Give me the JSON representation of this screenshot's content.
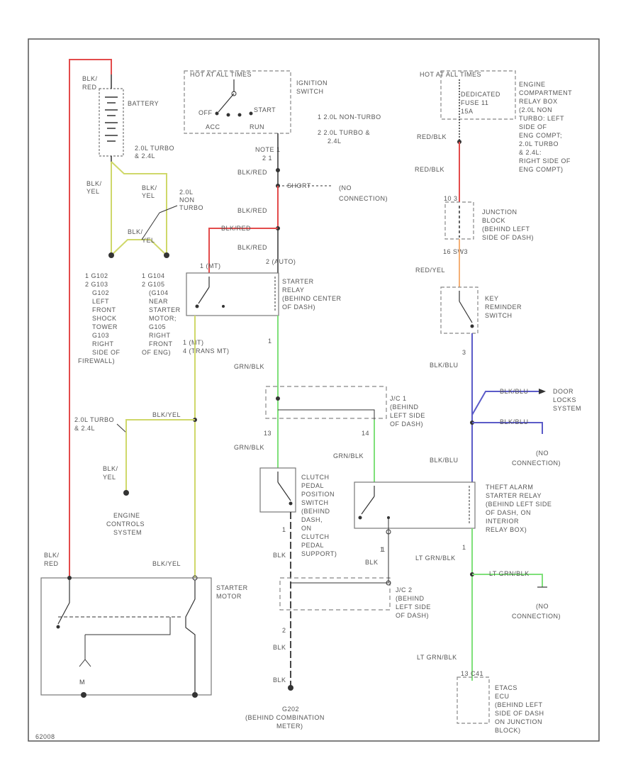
{
  "colors": {
    "red": "#e34b4b",
    "yellow": "#cfd86a",
    "green": "#7fe07a",
    "blue": "#5b5bc8",
    "orange": "#f4b077",
    "black": "#333333",
    "dash": "#888888",
    "frame": "#555555"
  },
  "ignition": {
    "hot": "HOT AT ALL TIMES",
    "name": [
      "IGNITION",
      "SWITCH"
    ],
    "off": "OFF",
    "start": "START",
    "acc": "ACC",
    "run": "RUN",
    "note1": "1  2.0L NON-TURBO",
    "note2a": "2  2.0L TURBO &",
    "note2b": "2.4L",
    "pins": "NOTE 1",
    "pin2": "2  1"
  },
  "battery": {
    "wire": "BLK/",
    "wire2": "RED",
    "name": "BATTERY",
    "turbo_a": "2.0L TURBO",
    "turbo_b": "& 2.4L",
    "left_wire_a": "BLK/",
    "left_wire_b": "YEL",
    "mid_wire_a": "BLK/",
    "mid_wire_b": "YEL",
    "nonturbo_a": "2.0L",
    "nonturbo_b": "NON",
    "nonturbo_c": "TURBO",
    "bottom_wire": "BLK/",
    "bottom_wire_b": "YEL"
  },
  "grounds_text": {
    "c1": [
      "1  G102",
      "2  G103",
      "G102",
      "LEFT",
      "FRONT",
      "SHOCK",
      "TOWER",
      "G103",
      "RIGHT",
      "SIDE OF",
      "FIREWALL)"
    ],
    "c2": [
      "1  G104",
      "2  G105",
      "(G104",
      "NEAR",
      "STARTER",
      "MOTOR;",
      "G105",
      "RIGHT",
      "FRONT",
      "OF ENG)"
    ]
  },
  "center": {
    "blk_red_1": "BLK/RED",
    "no_conn_marker": "SHORT",
    "no_conn": [
      "(NO",
      "CONNECTION)"
    ],
    "blk_red_2": "BLK/RED",
    "blk_red_3": "BLK/RED",
    "blk_red_4": "BLK/RED",
    "relay_pins_a": "1 (MT)",
    "relay_pins_b": "2 (AUTO)",
    "relay_name": [
      "STARTER",
      "RELAY",
      "(BEHIND CENTER",
      "OF DASH)"
    ],
    "relay_pin_c": "1 (MT)",
    "relay_pin_d": "4 (TRANS MT)",
    "pin_1": "1",
    "grn_blk_1": "GRN/BLK",
    "jc1_name": [
      "J/C 1",
      "(BEHIND",
      "LEFT SIDE",
      "OF DASH)"
    ],
    "jc1_pin_l": "13",
    "jc1_pin_r": "14",
    "grn_blk_2": "GRN/BLK",
    "grn_blk_3": "GRN/BLK",
    "clutch_name": [
      "CLUTCH",
      "PEDAL",
      "POSITION",
      "SWITCH",
      "(BEHIND",
      "DASH,",
      "ON",
      "CLUTCH",
      "PEDAL",
      "SUPPORT)"
    ],
    "pin_clutch": "1",
    "blk_1": "BLK",
    "blk_2": "BLK",
    "pin_jc2": "1",
    "jc2_name": [
      "J/C 2",
      "(BEHIND",
      "LEFT SIDE",
      "OF DASH)"
    ],
    "pin_2": "2",
    "blk_3": "BLK",
    "blk_4": "BLK",
    "ground_name": [
      "G202",
      "(BEHIND COMBINATION",
      "METER)"
    ]
  },
  "left_lower": {
    "turbo_a": "2.0L TURBO",
    "turbo_b": "& 2.4L",
    "blk_yel": "BLK/YEL",
    "wire_a": "BLK/",
    "wire_b": "YEL",
    "ecs": [
      "ENGINE",
      "CONTROLS",
      "SYSTEM"
    ],
    "blk_red_a": "BLK/",
    "blk_red_b": "RED",
    "blk_yel_2": "BLK/YEL",
    "starter_name": [
      "STARTER",
      "MOTOR"
    ],
    "m": "M"
  },
  "right": {
    "hot": "HOT AT ALL TIMES",
    "fuse": [
      "DEDICATED",
      "FUSE 11",
      "15A"
    ],
    "relay_box": [
      "ENGINE",
      "COMPARTMENT",
      "RELAY BOX",
      "(2.0L NON",
      "TURBO: LEFT",
      "SIDE OF",
      "ENG COMPT;",
      "2.0L TURBO",
      "& 2.4L:",
      "RIGHT SIDE OF",
      "ENG COMPT)"
    ],
    "red_blk_1": "RED/BLK",
    "red_blk_2": "RED/BLK",
    "jb_pins": "10  3",
    "jb_name": [
      "JUNCTION",
      "BLOCK",
      "(BEHIND LEFT",
      "SIDE OF DASH)"
    ],
    "jb_pin_b": "16  SW3",
    "red_yel": "RED/YEL",
    "key_name": [
      "KEY",
      "REMINDER",
      "SWITCH"
    ],
    "pin_3": "3",
    "blk_blu_1": "BLK/BLU",
    "blk_blu_2": "BLK/BLU",
    "door_locks": [
      "DOOR",
      "LOCKS",
      "SYSTEM"
    ],
    "blk_blu_3": "BLK/BLU",
    "no_conn": [
      "(NO",
      "CONNECTION)"
    ],
    "blk_blu_4": "BLK/BLU",
    "theft_name": [
      "THEFT ALARM",
      "STARTER RELAY",
      "(BEHIND LEFT SIDE",
      "OF DASH, ON",
      "INTERIOR",
      "RELAY BOX)"
    ],
    "pin_1": "1",
    "pin_theft_b": "1",
    "lt_grn_1": "LT GRN/BLK",
    "lt_grn_2": "LT GRN/BLK",
    "no_conn_2": [
      "(NO",
      "CONNECTION)"
    ],
    "lt_grn_3": "LT GRN/BLK",
    "ecu_pins": "13  C41",
    "etacs": [
      "ETACS",
      "ECU",
      "(BEHIND LEFT",
      "SIDE OF DASH",
      "ON JUNCTION",
      "BLOCK)"
    ]
  },
  "footer": {
    "id": "62008"
  }
}
